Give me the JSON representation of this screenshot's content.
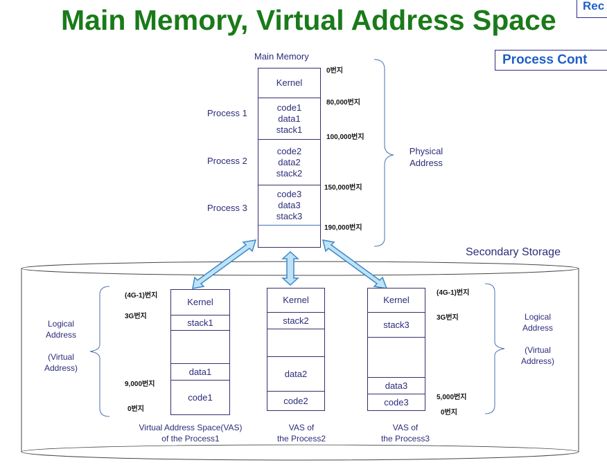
{
  "title": "Main Memory, Virtual Address Space",
  "tags": {
    "top_right": "Rec",
    "process_control": "Process Cont"
  },
  "main_memory": {
    "label": "Main Memory",
    "segments": {
      "kernel": "Kernel",
      "p1": [
        "code1",
        "data1",
        "stack1"
      ],
      "p2": [
        "code2",
        "data2",
        "stack2"
      ],
      "p3": [
        "code3",
        "data3",
        "stack3"
      ]
    },
    "process_labels": [
      "Process 1",
      "Process 2",
      "Process 3"
    ],
    "addresses": [
      "0번지",
      "80,000번지",
      "100,000번지",
      "150,000번지",
      "190,000번지"
    ],
    "physical_address_label": [
      "Physical",
      "Address"
    ]
  },
  "secondary_storage": {
    "label": "Secondary Storage"
  },
  "vas": [
    {
      "kernel": "Kernel",
      "stack": "stack1",
      "data": "data1",
      "code": "code1",
      "caption": [
        "Virtual Address Space(VAS)",
        "of the Process1"
      ]
    },
    {
      "kernel": "Kernel",
      "stack": "stack2",
      "data": "data2",
      "code": "code2",
      "caption": [
        "VAS of",
        "the Process2"
      ]
    },
    {
      "kernel": "Kernel",
      "stack": "stack3",
      "data": "data3",
      "code": "code3",
      "caption": [
        "VAS of",
        "the Process3"
      ]
    }
  ],
  "left_addresses": [
    "(4G-1)번지",
    "3G번지",
    "9,000번지",
    "0번지"
  ],
  "right_addresses": [
    "(4G-1)번지",
    "3G번지",
    "5,000번지",
    "0번지"
  ],
  "logical_address_left": [
    "Logical",
    "Address",
    "(Virtual",
    "Address)"
  ],
  "logical_address_right": [
    "Logical",
    "Address",
    "(Virtual",
    "Address)"
  ],
  "colors": {
    "title": "#1a7a1a",
    "tag_text": "#1f5fc8",
    "arrow_fill": "#bfe3f6",
    "arrow_stroke": "#3a88c8",
    "text": "#2b2b7a",
    "brace": "#4a6fb0"
  }
}
